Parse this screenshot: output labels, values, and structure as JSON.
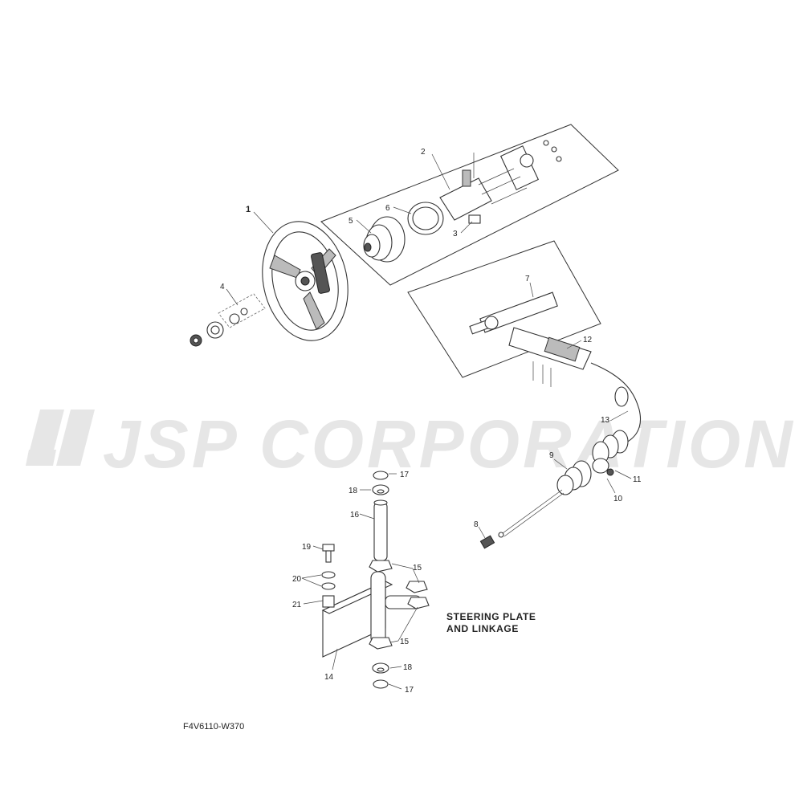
{
  "watermark": {
    "text": "JSP CORPORATION"
  },
  "diagram": {
    "title_line1": "STEERING PLATE",
    "title_line2": "AND LINKAGE",
    "figure_code": "F4V6110-W370"
  },
  "callouts": {
    "c1": "1",
    "c2": "2",
    "c3": "3",
    "c4": "4",
    "c5": "5",
    "c6": "6",
    "c7": "7",
    "c8": "8",
    "c9": "9",
    "c10": "10",
    "c11": "11",
    "c12": "12",
    "c13": "13",
    "c14": "14",
    "c15a": "15",
    "c15b": "15",
    "c16": "16",
    "c17a": "17",
    "c17b": "17",
    "c18a": "18",
    "c18b": "18",
    "c19": "19",
    "c20": "20",
    "c21": "21"
  },
  "colors": {
    "ink": "#333333",
    "watermark": "#e6e6e6",
    "background": "#ffffff"
  }
}
